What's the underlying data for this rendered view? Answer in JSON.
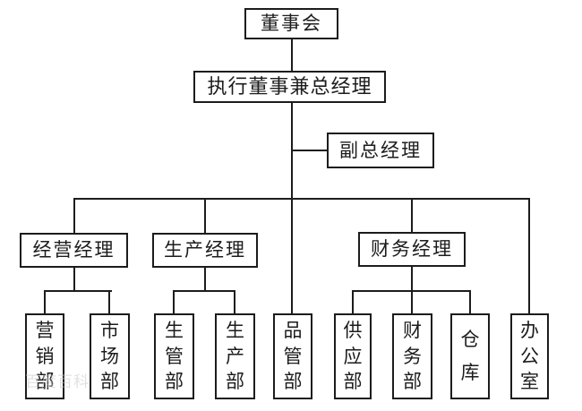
{
  "page": {
    "background": "#ffffff",
    "line_color": "#1c1c1c",
    "box_border_color": "#1c1c1c",
    "text_color": "#1c1c1c"
  },
  "watermark": {
    "text": "百度百科"
  },
  "nodes": {
    "board": {
      "label": "董事会"
    },
    "executive_gm": {
      "label": "执行董事兼总经理"
    },
    "deputy_gm": {
      "label": "副总经理"
    },
    "operations_manager": {
      "label": "经营经理"
    },
    "production_manager": {
      "label": "生产经理"
    },
    "finance_manager": {
      "label": "财务经理"
    },
    "marketing_dept": {
      "label": "营销部"
    },
    "market_dept": {
      "label": "市场部"
    },
    "production_mgmt_dept": {
      "label": "生管部"
    },
    "production_dept": {
      "label": "生产部"
    },
    "quality_dept": {
      "label": "品管部"
    },
    "supply_dept": {
      "label": "供应部"
    },
    "finance_dept": {
      "label": "财务部"
    },
    "warehouse": {
      "label": "仓库"
    },
    "office": {
      "label": "办公室"
    }
  },
  "edges": [
    {
      "from": "board",
      "to": "executive_gm"
    },
    {
      "from": "executive_gm",
      "to": "deputy_gm"
    },
    {
      "from": "executive_gm",
      "to": "operations_manager"
    },
    {
      "from": "executive_gm",
      "to": "production_manager"
    },
    {
      "from": "executive_gm",
      "to": "finance_manager"
    },
    {
      "from": "executive_gm",
      "to": "quality_dept"
    },
    {
      "from": "executive_gm",
      "to": "office"
    },
    {
      "from": "operations_manager",
      "to": "marketing_dept"
    },
    {
      "from": "operations_manager",
      "to": "market_dept"
    },
    {
      "from": "production_manager",
      "to": "production_mgmt_dept"
    },
    {
      "from": "production_manager",
      "to": "production_dept"
    },
    {
      "from": "finance_manager",
      "to": "supply_dept"
    },
    {
      "from": "finance_manager",
      "to": "finance_dept"
    },
    {
      "from": "finance_manager",
      "to": "warehouse"
    }
  ]
}
